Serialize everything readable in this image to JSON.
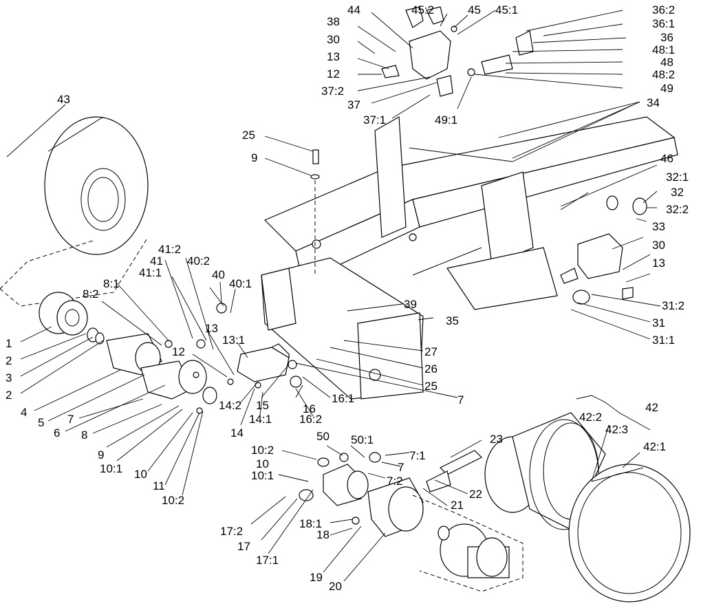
{
  "diagram": {
    "type": "exploded-parts-diagram",
    "callouts": [
      "1",
      "2",
      "3",
      "2",
      "4",
      "5",
      "6",
      "7",
      "8",
      "9",
      "10:1",
      "10",
      "11",
      "10:2",
      "8:2",
      "8:1",
      "41:1",
      "41",
      "41:2",
      "40:2",
      "40",
      "40:1",
      "13",
      "12",
      "13:1",
      "14:2",
      "14:1",
      "14",
      "15",
      "16",
      "16:1",
      "16:2",
      "7",
      "25",
      "26",
      "27",
      "35",
      "39",
      "25",
      "9",
      "43",
      "44",
      "45:2",
      "45",
      "45:1",
      "38",
      "30",
      "13",
      "12",
      "37:2",
      "37",
      "37:1",
      "49:1",
      "36:2",
      "36:1",
      "36",
      "48:1",
      "48",
      "48:2",
      "49",
      "34",
      "46",
      "32:1",
      "32",
      "32:2",
      "33",
      "30",
      "13",
      "31:2",
      "31",
      "31:1",
      "42",
      "42:2",
      "42:3",
      "42:1",
      "23",
      "22",
      "21",
      "10:2",
      "10",
      "10:1",
      "50",
      "50:1",
      "7:1",
      "7",
      "7:2",
      "17:2",
      "17",
      "17:1",
      "18:1",
      "18",
      "19",
      "20"
    ]
  }
}
